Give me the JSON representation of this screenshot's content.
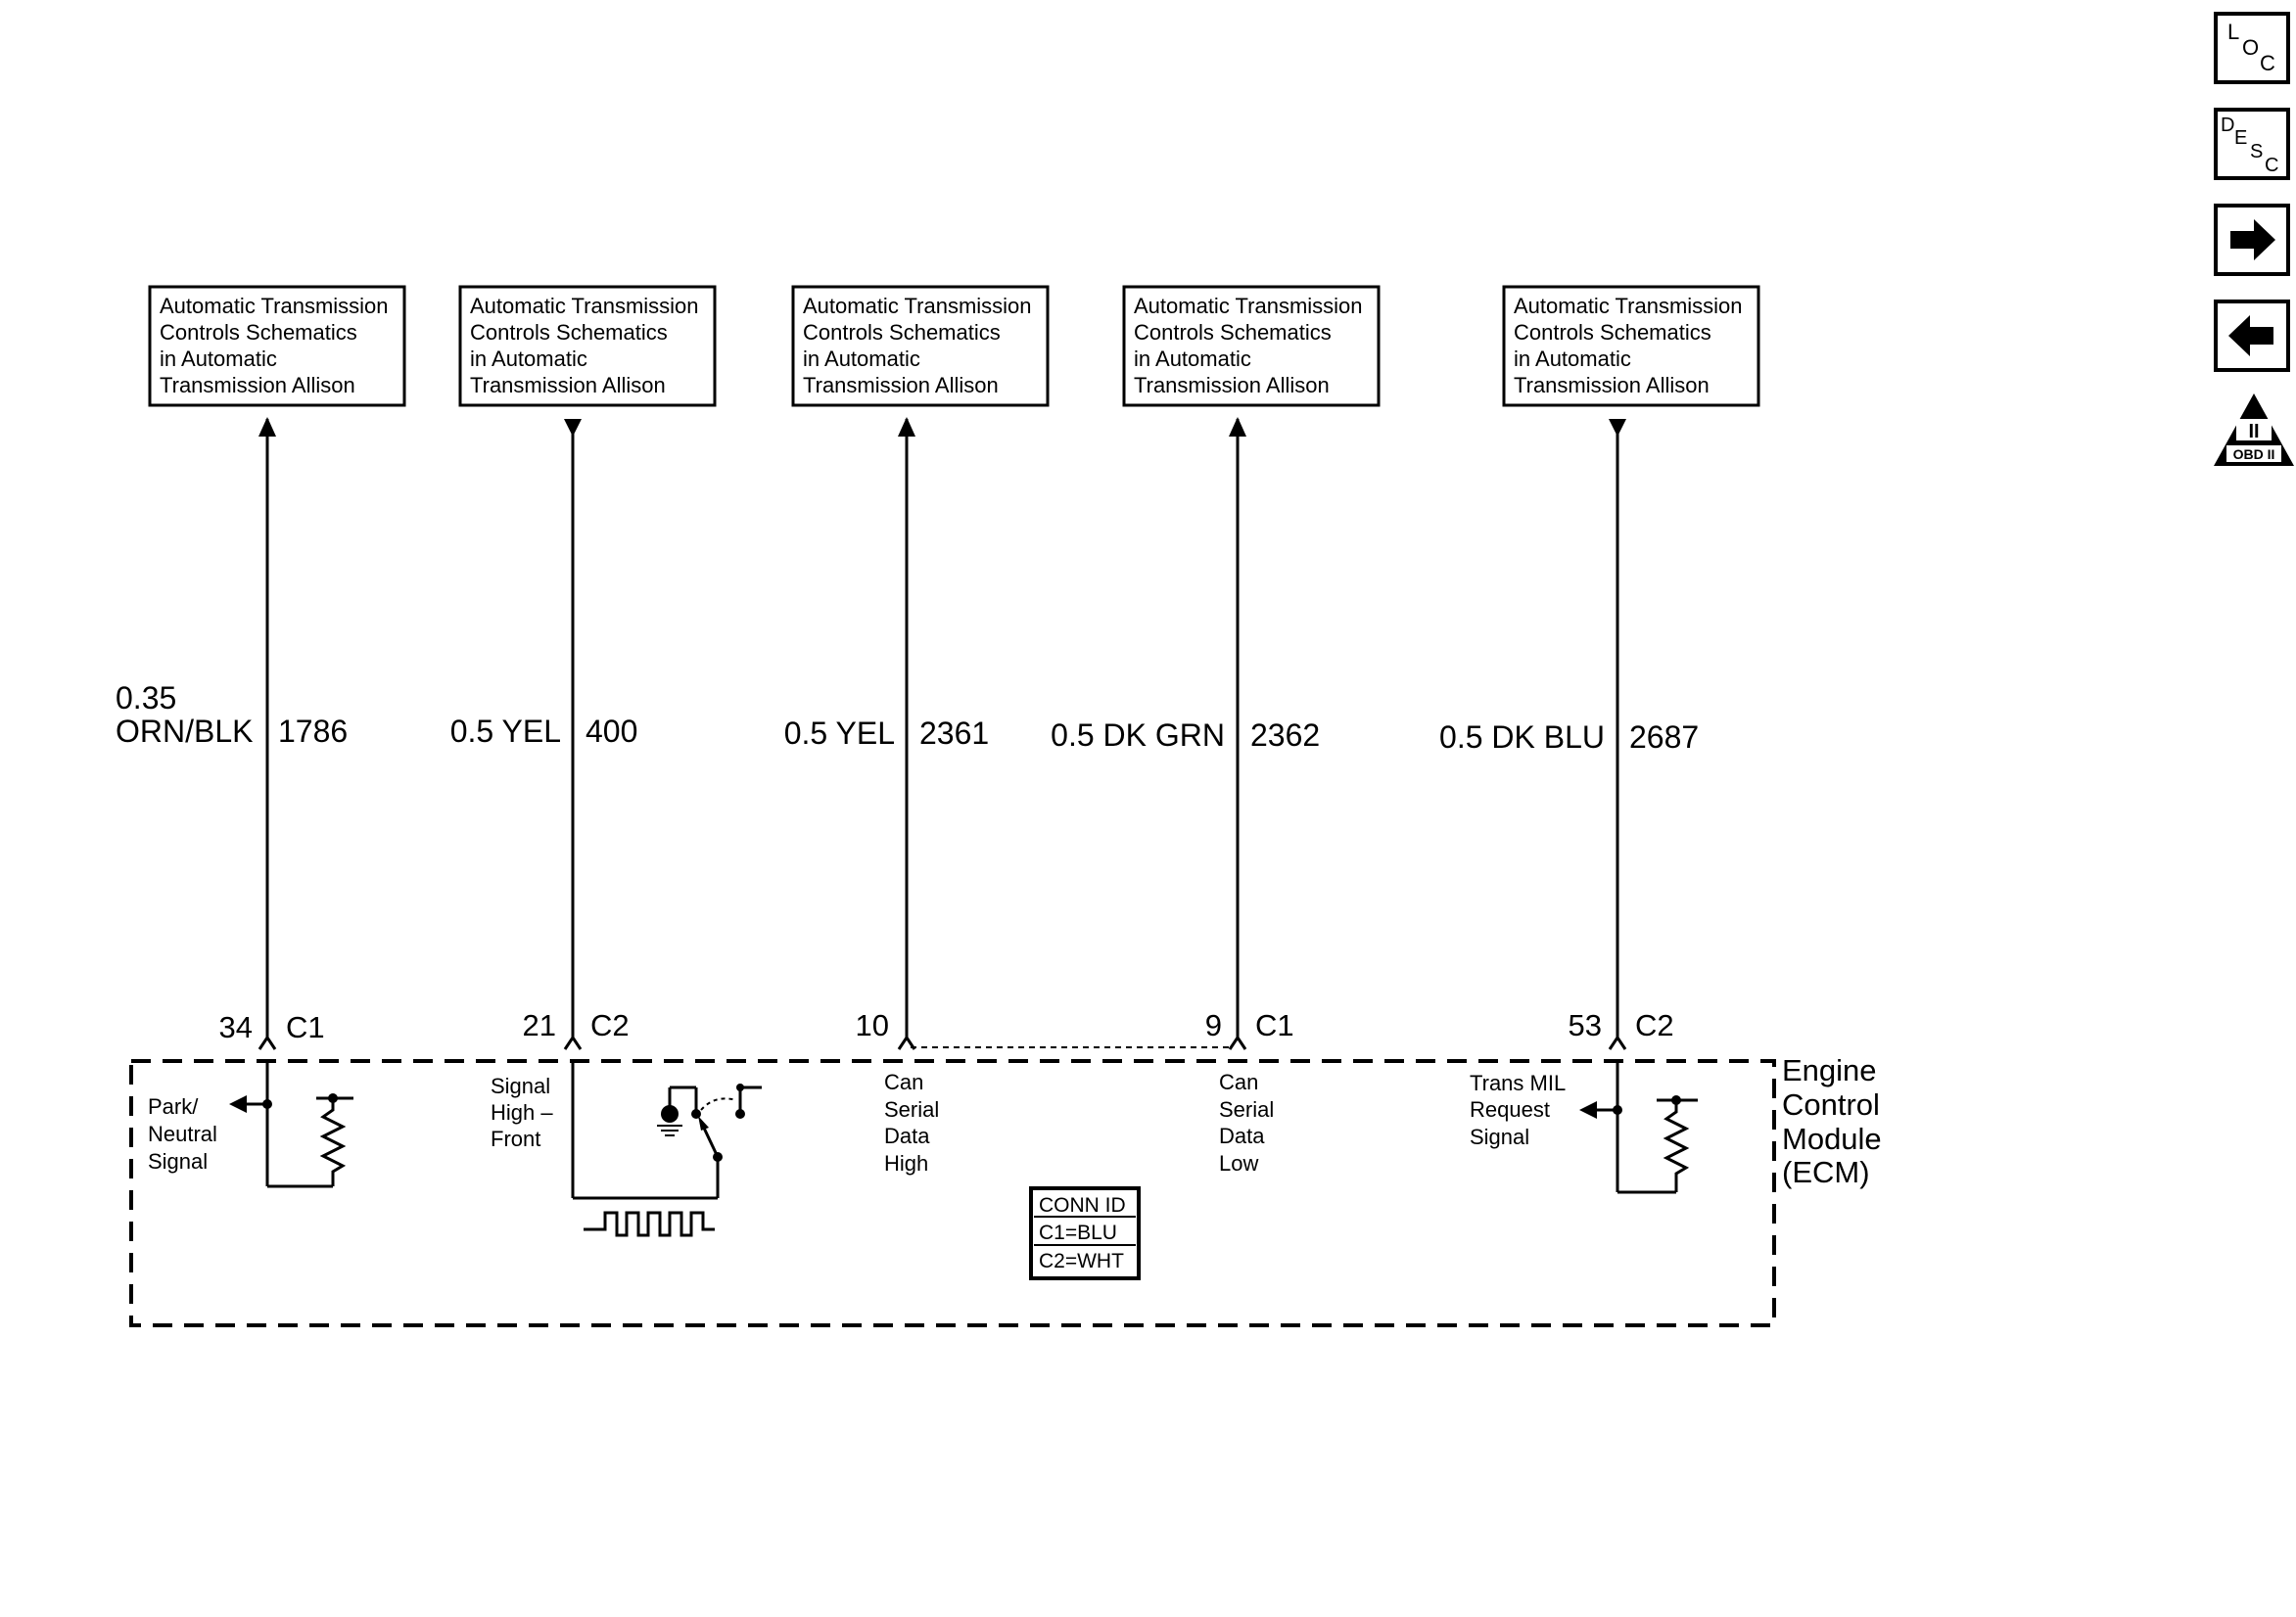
{
  "ref_boxes": [
    {
      "lines": [
        "Automatic Transmission",
        "Controls Schematics",
        "in Automatic",
        "Transmission Allison"
      ]
    },
    {
      "lines": [
        "Automatic Transmission",
        "Controls Schematics",
        "in Automatic",
        "Transmission Allison"
      ]
    },
    {
      "lines": [
        "Automatic Transmission",
        "Controls Schematics",
        "in Automatic",
        "Transmission Allison"
      ]
    },
    {
      "lines": [
        "Automatic Transmission",
        "Controls Schematics",
        "in Automatic",
        "Transmission Allison"
      ]
    },
    {
      "lines": [
        "Automatic Transmission",
        "Controls Schematics",
        "in Automatic",
        "Transmission Allison"
      ]
    }
  ],
  "wires": [
    {
      "gauge_color": [
        "0.35",
        "ORN/BLK"
      ],
      "circuit": "1786"
    },
    {
      "gauge_color": [
        "0.5 YEL"
      ],
      "circuit": "400"
    },
    {
      "gauge_color": [
        "0.5 YEL"
      ],
      "circuit": "2361"
    },
    {
      "gauge_color": [
        "0.5 DK GRN"
      ],
      "circuit": "2362"
    },
    {
      "gauge_color": [
        "0.5 DK BLU"
      ],
      "circuit": "2687"
    }
  ],
  "pins": [
    {
      "pin": "34",
      "connector": "C1"
    },
    {
      "pin": "21",
      "connector": "C2"
    },
    {
      "pin": "10",
      "connector": ""
    },
    {
      "pin": "9",
      "connector": "C1"
    },
    {
      "pin": "53",
      "connector": "C2"
    }
  ],
  "internal_labels": [
    {
      "lines": [
        "Park/",
        "Neutral",
        "Signal"
      ]
    },
    {
      "lines": [
        "Signal",
        "High –",
        "Front"
      ]
    },
    {
      "lines": [
        "Can",
        "Serial",
        "Data",
        "High"
      ]
    },
    {
      "lines": [
        "Can",
        "Serial",
        "Data",
        "Low"
      ]
    },
    {
      "lines": [
        "Trans MIL",
        "Request",
        "Signal"
      ]
    }
  ],
  "module": {
    "lines": [
      "Engine",
      "Control",
      "Module",
      "(ECM)"
    ]
  },
  "conn_id": {
    "lines": [
      "CONN ID",
      "C1=BLU",
      "C2=WHT"
    ]
  },
  "nav": {
    "loc_icon": "loc-icon",
    "desc_icon": "desc-icon",
    "next_icon": "arrow-right-icon",
    "prev_icon": "arrow-left-icon",
    "obd_icon": "obd-ii-icon",
    "loc_letters": [
      "L",
      "O",
      "C"
    ],
    "desc_letters": [
      "D",
      "E",
      "S",
      "C"
    ],
    "obd_roman": "II",
    "obd_label": "OBD II"
  }
}
